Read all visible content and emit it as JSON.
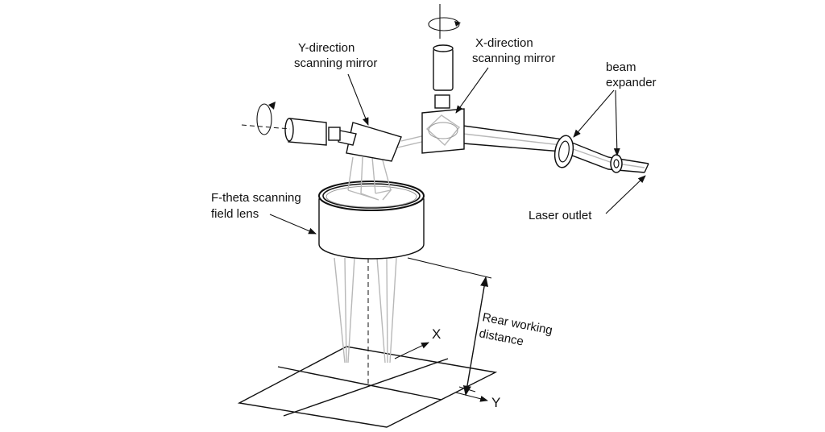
{
  "labels": {
    "y_mirror_line1": "Y-direction",
    "y_mirror_line2": "scanning mirror",
    "x_mirror_line1": "X-direction",
    "x_mirror_line2": "scanning mirror",
    "beam_expander_line1": "beam",
    "beam_expander_line2": "expander",
    "lens_line1": "F-theta scanning",
    "lens_line2": "field lens",
    "laser_outlet": "Laser outlet",
    "distance_line1": "Rear working",
    "distance_line2": "distance",
    "axis_x": "X",
    "axis_y": "Y"
  },
  "icons": {
    "rotation": "rotation-arrow-icon"
  }
}
